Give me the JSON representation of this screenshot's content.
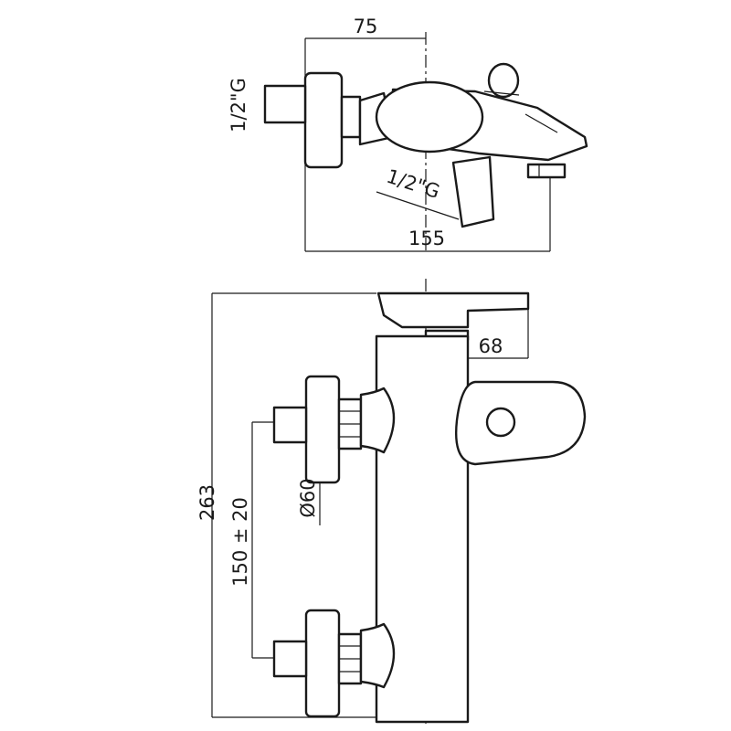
{
  "dimensions": {
    "top_width": "75",
    "top_inlet_thread": "1/2\"G",
    "top_outlet_thread": "1/2\"G",
    "top_depth": "155",
    "side_spout_height": "68",
    "total_height": "263",
    "center_distance": "150 ± 20",
    "flange_diameter": "Ø60"
  }
}
